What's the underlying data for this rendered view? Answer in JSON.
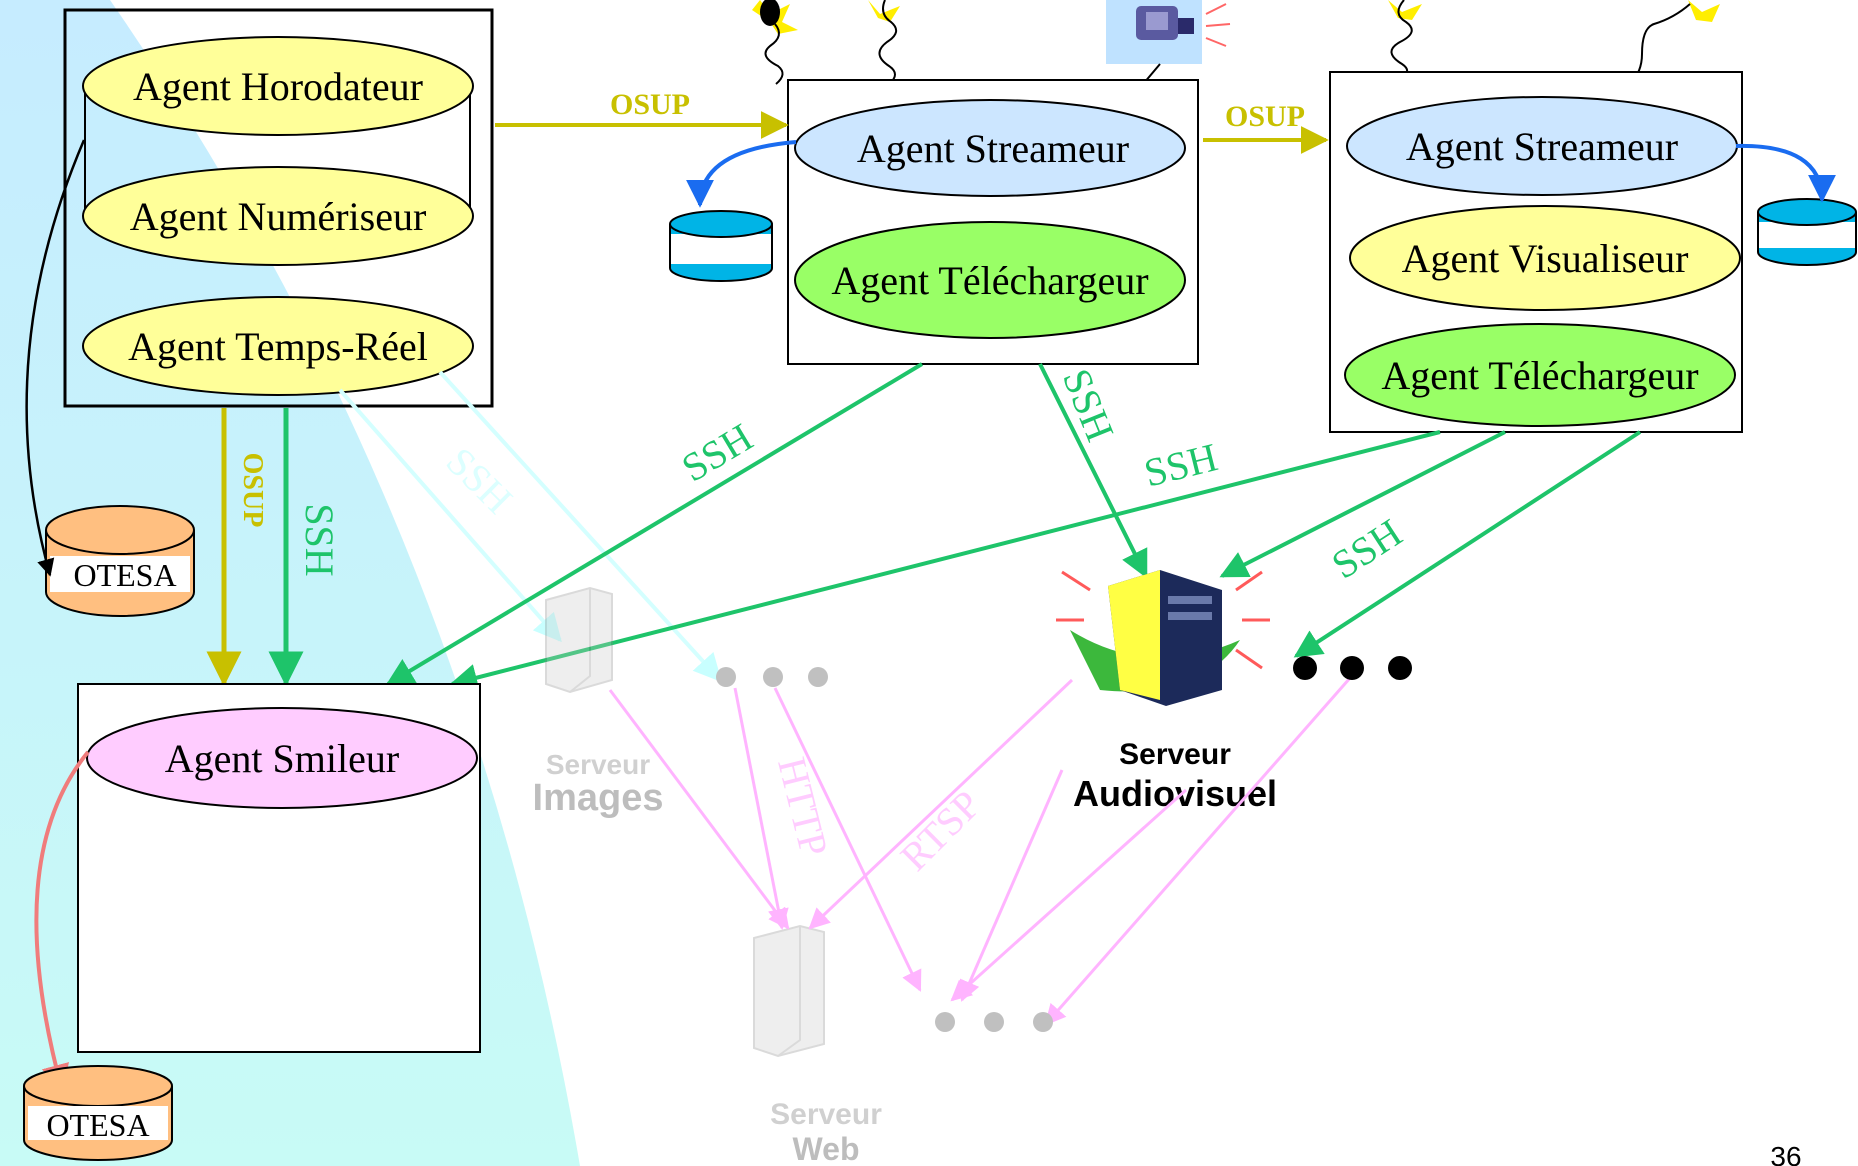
{
  "agents": {
    "horodateur": "Agent Horodateur",
    "numeriseur": "Agent Numériseur",
    "temps_reel": "Agent Temps-Réel",
    "streameur_1": "Agent Streameur",
    "telechargeur_1": "Agent Téléchargeur",
    "streameur_2": "Agent Streameur",
    "visualiseur": "Agent Visualiseur",
    "telechargeur_2": "Agent Téléchargeur",
    "smileur": "Agent Smileur"
  },
  "databases": {
    "otesa_top": "OTESA",
    "otesa_bottom": "OTESA"
  },
  "protocols": {
    "osup_1": "OSUP",
    "osup_2": "OSUP",
    "osup_vertical": "OSUP",
    "ssh_vertical": "SSH",
    "ssh_faded": "SSH",
    "ssh_1": "SSH",
    "ssh_2": "SSH",
    "ssh_3": "SSH",
    "ssh_4": "SSH",
    "http": "HTTP",
    "rtsp": "RTSP"
  },
  "servers": {
    "images": {
      "line1": "Serveur",
      "line2": "Images"
    },
    "audiovisuel": {
      "line1": "Serveur",
      "line2": "Audiovisuel"
    },
    "web": {
      "line1": "Serveur",
      "line2": "Web"
    }
  },
  "page_number": "36",
  "icons": [
    "microphone-icon",
    "video-camera-icon",
    "server-icon",
    "database-icon",
    "ellipsis-dots-icon"
  ],
  "colors": {
    "agent_yellow": "#ffff99",
    "agent_blue": "#cce6ff",
    "agent_green": "#99ff66",
    "agent_pink": "#ffccff",
    "osup": "#c8c000",
    "ssh": "#1ec46a",
    "http_rtsp": "#ffb4ff",
    "database": "#00b4e6",
    "otesa": "#ffbf80",
    "background_panel": "#c8f0fa"
  }
}
